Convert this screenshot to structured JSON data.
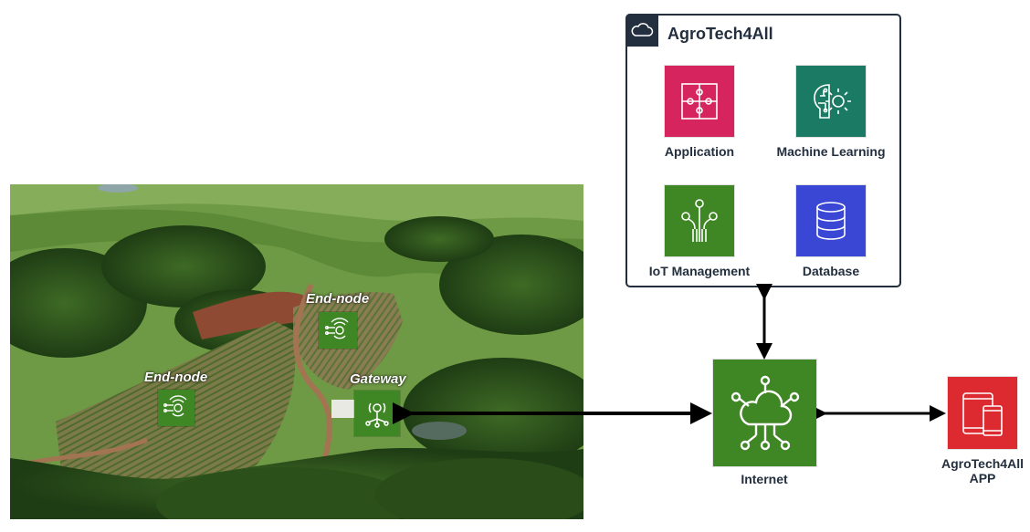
{
  "photo": {
    "end_node_left_label": "End-node",
    "end_node_right_label": "End-node",
    "gateway_label": "Gateway"
  },
  "cloud": {
    "title": "AgroTech4All",
    "services": [
      {
        "label": "Application",
        "icon": "puzzle-icon",
        "color": "#d6245f"
      },
      {
        "label": "Machine Learning",
        "icon": "brain-gear-icon",
        "color": "#1b7a63"
      },
      {
        "label": "IoT Management",
        "icon": "iot-core-icon",
        "color": "#3f8624"
      },
      {
        "label": "Database",
        "icon": "database-icon",
        "color": "#3a47d5"
      }
    ]
  },
  "internet": {
    "label": "Internet",
    "icon": "cloud-network-icon",
    "color": "#3f8624"
  },
  "app": {
    "label_line1": "AgroTech4All",
    "label_line2": "APP",
    "icon": "tablet-phone-icon",
    "color": "#dd2a30"
  },
  "colors": {
    "border": "#232f3e",
    "iot_green": "#3f8624"
  }
}
